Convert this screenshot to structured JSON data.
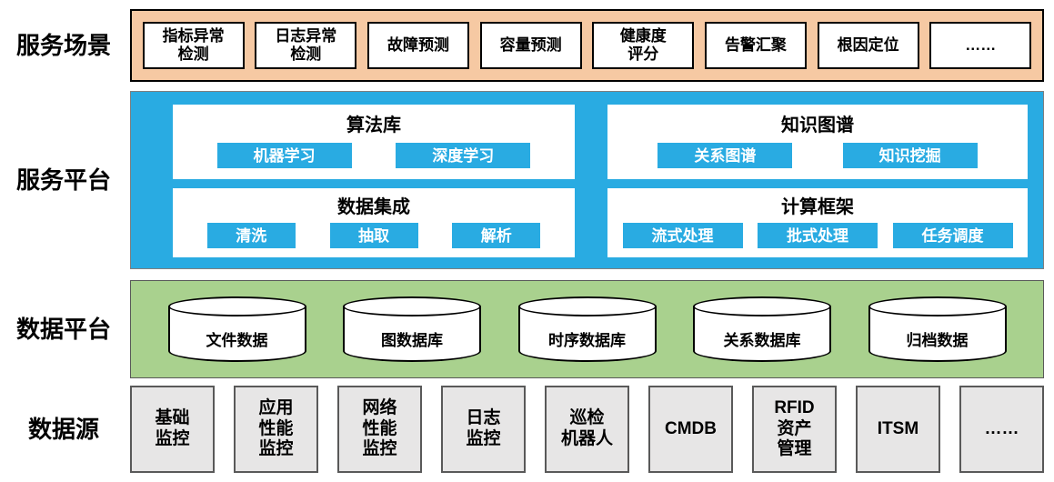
{
  "colors": {
    "scenario_band": "#F6C9A3",
    "platform_band": "#29ABE2",
    "chip_blue": "#29ABE2",
    "data_band": "#A9D18E",
    "source_box": "#E7E6E6"
  },
  "layers": {
    "scenarios": {
      "label": "服务场景",
      "items": [
        "指标异常\n检测",
        "日志异常\n检测",
        "故障预测",
        "容量预测",
        "健康度\n评分",
        "告警汇聚",
        "根因定位",
        "……"
      ]
    },
    "platform": {
      "label": "服务平台",
      "panels": [
        {
          "title": "算法库",
          "buttons": [
            "机器学习",
            "深度学习"
          ]
        },
        {
          "title": "知识图谱",
          "buttons": [
            "关系图谱",
            "知识挖掘"
          ]
        },
        {
          "title": "数据集成",
          "buttons": [
            "清洗",
            "抽取",
            "解析"
          ]
        },
        {
          "title": "计算框架",
          "buttons": [
            "流式处理",
            "批式处理",
            "任务调度"
          ]
        }
      ]
    },
    "data_platform": {
      "label": "数据平台",
      "databases": [
        "文件数据",
        "图数据库",
        "时序数据库",
        "关系数据库",
        "归档数据"
      ]
    },
    "sources": {
      "label": "数据源",
      "items": [
        "基础\n监控",
        "应用\n性能\n监控",
        "网络\n性能\n监控",
        "日志\n监控",
        "巡检\n机器人",
        "CMDB",
        "RFID\n资产\n管理",
        "ITSM",
        "……"
      ]
    }
  }
}
